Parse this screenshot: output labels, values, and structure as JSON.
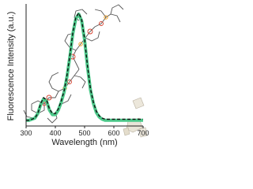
{
  "chart_data": {
    "type": "line",
    "xlabel": "Wavelength (nm)",
    "ylabel": "Fluorescence Intensity (a.u.)",
    "xlim": [
      300,
      700
    ],
    "ylim": [
      0,
      1.08
    ],
    "xticks": [
      300,
      400,
      500,
      600,
      700
    ],
    "series": [
      {
        "role": "fit",
        "color": "#4cc98a",
        "x": [
          300,
          310,
          320,
          330,
          340,
          350,
          360,
          370,
          380,
          390,
          400,
          410,
          420,
          430,
          440,
          450,
          460,
          470,
          480,
          490,
          500,
          510,
          520,
          530,
          540,
          550,
          560,
          570,
          580,
          600,
          620,
          640,
          660,
          680,
          700
        ],
        "y": [
          0.05,
          0.05,
          0.06,
          0.07,
          0.11,
          0.19,
          0.24,
          0.22,
          0.14,
          0.1,
          0.1,
          0.14,
          0.21,
          0.3,
          0.44,
          0.62,
          0.82,
          0.95,
          0.99,
          0.93,
          0.76,
          0.52,
          0.32,
          0.2,
          0.12,
          0.08,
          0.06,
          0.05,
          0.05,
          0.05,
          0.05,
          0.05,
          0.05,
          0.05,
          0.05
        ]
      },
      {
        "role": "measured",
        "color": "#111111",
        "x": [
          300,
          310,
          320,
          330,
          340,
          350,
          360,
          370,
          380,
          390,
          400,
          410,
          420,
          430,
          440,
          450,
          460,
          470,
          480,
          490,
          500,
          510,
          520,
          530,
          540,
          550,
          560,
          570,
          580,
          600,
          620,
          640,
          660,
          680,
          700
        ],
        "y": [
          0.05,
          0.05,
          0.06,
          0.07,
          0.11,
          0.2,
          0.25,
          0.23,
          0.15,
          0.11,
          0.11,
          0.15,
          0.22,
          0.31,
          0.45,
          0.63,
          0.83,
          0.96,
          1.0,
          0.94,
          0.77,
          0.53,
          0.33,
          0.21,
          0.13,
          0.09,
          0.07,
          0.06,
          0.06,
          0.06,
          0.06,
          0.06,
          0.06,
          0.06,
          0.06
        ]
      }
    ],
    "colors": {
      "axis": "#222222",
      "structure": "#555555",
      "heteroatom": "#d6402e",
      "accent": "#f2a11d",
      "crystal": "#e9e4d7"
    }
  }
}
